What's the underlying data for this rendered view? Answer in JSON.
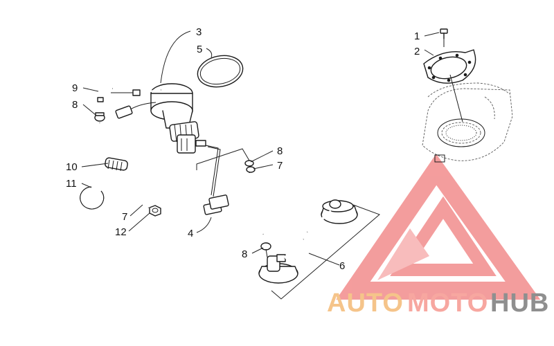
{
  "callouts": {
    "c1": "1",
    "c2": "2",
    "c3": "3",
    "c4": "4",
    "c5": "5",
    "c6": "6",
    "c7a": "7",
    "c7b": "7",
    "c8a": "8",
    "c8b": "8",
    "c8c": "8",
    "c9": "9",
    "c10": "10",
    "c11": "11",
    "c12": "12"
  },
  "watermark": {
    "word_part1": "AUTO",
    "word_part2": "MOTO",
    "word_part3": "HUB",
    "color_part1": "#f5c48a",
    "color_part2": "#f7a7a0",
    "color_part3": "#8f8f8f",
    "logo_color": "#f28c8c"
  }
}
